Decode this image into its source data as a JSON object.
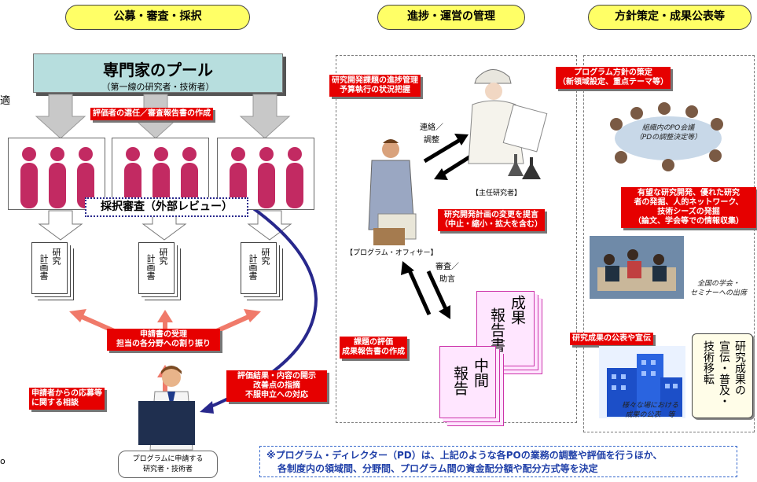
{
  "headers": {
    "col1": "公募・審査・採択",
    "col2": "進捗・運営の管理",
    "col3": "方針策定・成果公表等"
  },
  "pool": {
    "title": "専門家のプール",
    "subtitle": "（第一線の研究者・技術者）"
  },
  "left_edge": {
    "char1": "適",
    "char2": "o"
  },
  "labels": {
    "reviewer_select": "評価者の選任／審査報告書の作成",
    "review": "採択審査（外部レビュー）",
    "research_plan_l1": "研究",
    "research_plan_l2": "計画書",
    "receipt_l1": "申請書の受理",
    "receipt_l2": "担当の各分野への割り振り",
    "consult_l1": "申請者からの応募等",
    "consult_l2": "に関する相談",
    "disclose_l1": "評価結果・内容の開示",
    "disclose_l2": "改善点の指摘",
    "disclose_l3": "不服申立への対応",
    "applicant_l1": "プログラムに申請する",
    "applicant_l2": "研究者・技術者",
    "progress_l1": "研究開発課題の進捗管理",
    "progress_l2": "予算執行の状況把握",
    "contact_l1": "連絡／",
    "contact_l2": "調整",
    "pi": "【主任研究者】",
    "change_l1": "研究開発計画の変更を提言",
    "change_l2": "（中止・縮小・拡大を含む）",
    "po": "【プログラム・オフィサー】",
    "advise_l1": "審査／",
    "advise_l2": "助言",
    "eval_l1": "課題の評価",
    "eval_l2": "成果報告書の作成",
    "final_report_l1": "成果",
    "final_report_l2": "報告書",
    "interim_l1": "中間",
    "interim_l2": "報告",
    "policy_l1": "プログラム方針の策定",
    "policy_l2": "（新領域設定、重点テーマ等）",
    "po_meeting_l1": "組織内のPO会議",
    "po_meeting_l2": "（PDの調整決定等）",
    "discover_l1": "有望な研究開発、優れた研究",
    "discover_l2": "者の発掘、人的ネットワーク、",
    "discover_l3": "技術シーズの発掘",
    "discover_l4": "（論文、学会等での情報収集）",
    "conference_l1": "全国の学会・",
    "conference_l2": "セミナーへの出席",
    "publish": "研究成果の公表や宣伝",
    "tech_l1": "研究成果の",
    "tech_l2": "宣伝・普及・",
    "tech_l3": "技術移転",
    "results_l1": "様々な場における",
    "results_l2": "成果の公表　等"
  },
  "footnote": {
    "line1": "※プログラム・ディレクター（PD）は、上記のような各POの業務の調整や評価を行うほか、",
    "line2": "各制度内の領域間、分野間、プログラム間の資金配分額や配分方式等を決定"
  },
  "colors": {
    "header_fill": "#ffff66",
    "pool_fill": "#b7dede",
    "label_red": "#e60000",
    "person_pink": "#c22a62",
    "arrow_gray": "#c8c8c8",
    "arrow_salmon": "#f07a6a",
    "line_navy": "#28288c",
    "note_blue": "#1f3fa8"
  }
}
